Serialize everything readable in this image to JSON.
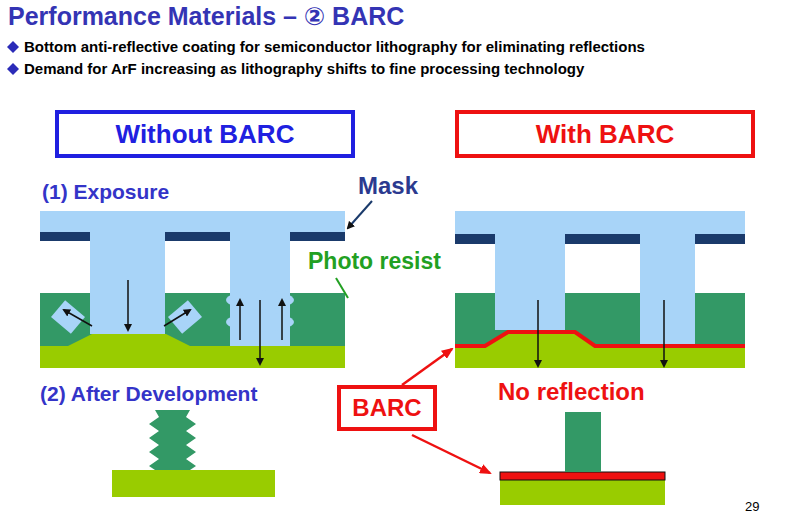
{
  "diagram": {
    "title": "Performance Materials – ② BARC",
    "nodes": [
      {
        "text": [
          "Without BARC"
        ]
      },
      {
        "text": [
          "With BARC"
        ]
      },
      {
        "text": [
          "BARC"
        ]
      }
    ],
    "labels": [
      "Bottom anti-reflective coating for semiconductor lithography for eliminating reflections",
      "Demand for ArF increasing as lithography shifts to fine processing technology",
      "(1) Exposure",
      "Mask",
      "Photo resist",
      "(2) After Development",
      "No reflection",
      "29"
    ]
  }
}
